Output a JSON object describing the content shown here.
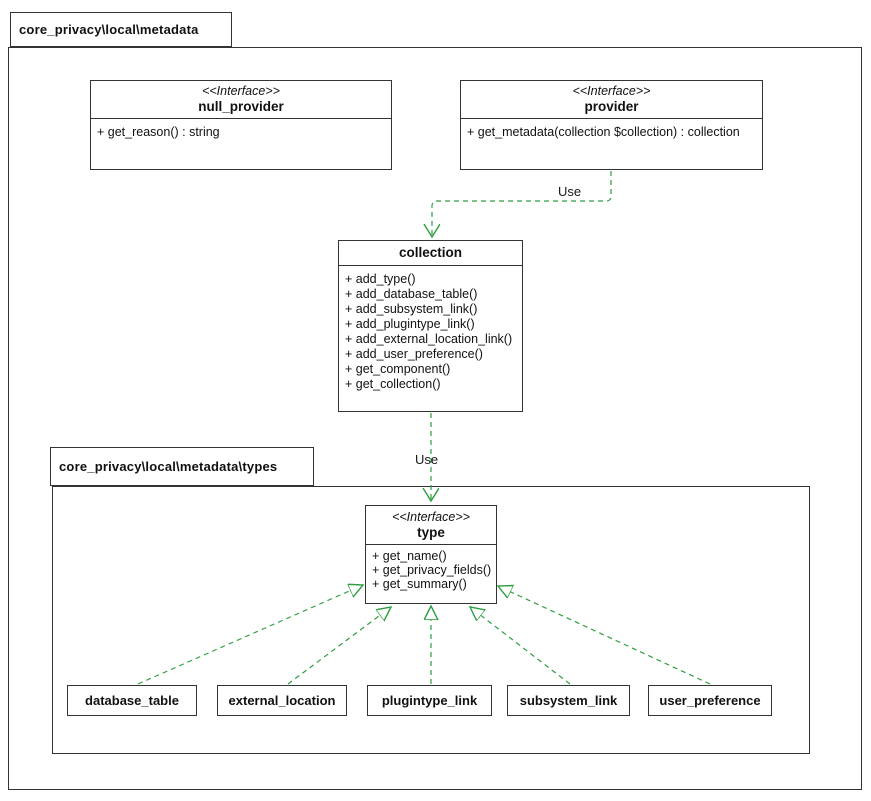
{
  "packages": {
    "metadata": {
      "label": "core_privacy\\local\\metadata"
    },
    "types": {
      "label": "core_privacy\\local\\metadata\\types"
    }
  },
  "classes": {
    "null_provider": {
      "stereotype": "<<Interface>>",
      "name": "null_provider",
      "methods": [
        "+ get_reason() : string"
      ]
    },
    "provider": {
      "stereotype": "<<Interface>>",
      "name": "provider",
      "methods": [
        "+ get_metadata(collection $collection) : collection"
      ]
    },
    "collection": {
      "name": "collection",
      "methods": [
        "+ add_type()",
        "+ add_database_table()",
        "+ add_subsystem_link()",
        "+ add_plugintype_link()",
        "+ add_external_location_link()",
        "+ add_user_preference()",
        "+ get_component()",
        "+ get_collection()"
      ]
    },
    "type": {
      "stereotype": "<<Interface>>",
      "name": "type",
      "methods": [
        "+ get_name()",
        "+ get_privacy_fields()",
        "+ get_summary()"
      ]
    },
    "database_table": {
      "name": "database_table"
    },
    "external_location": {
      "name": "external_location"
    },
    "plugintype_link": {
      "name": "plugintype_link"
    },
    "subsystem_link": {
      "name": "subsystem_link"
    },
    "user_preference": {
      "name": "user_preference"
    }
  },
  "edges": {
    "provider_uses_collection": {
      "label": "Use",
      "kind": "dependency",
      "from": "provider",
      "to": "collection"
    },
    "collection_uses_type": {
      "label": "Use",
      "kind": "dependency",
      "from": "collection",
      "to": "type"
    },
    "realizations": [
      {
        "from": "database_table",
        "to": "type"
      },
      {
        "from": "external_location",
        "to": "type"
      },
      {
        "from": "plugintype_link",
        "to": "type"
      },
      {
        "from": "subsystem_link",
        "to": "type"
      },
      {
        "from": "user_preference",
        "to": "type"
      }
    ]
  },
  "colors": {
    "edge_green": "#2d9e3f",
    "border": "#333333",
    "background": "#ffffff"
  }
}
